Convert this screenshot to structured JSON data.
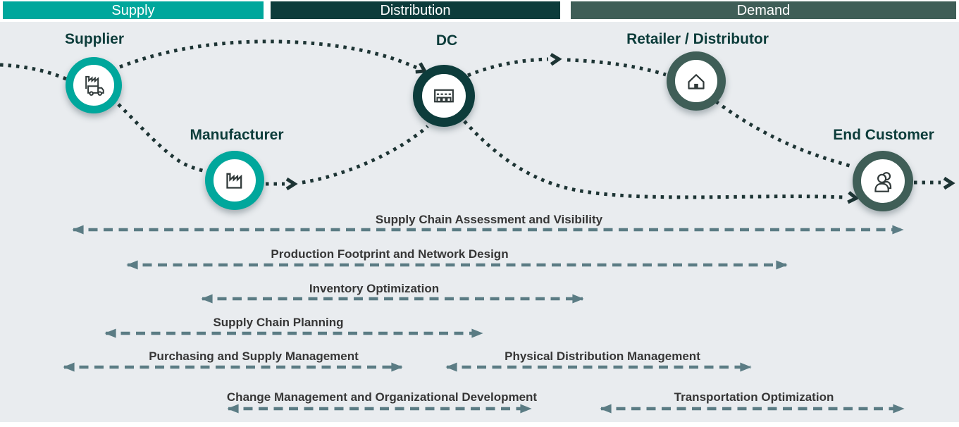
{
  "header": {
    "segments": [
      {
        "label": "Supply",
        "color": "#00a79c"
      },
      {
        "label": "Distribution",
        "color": "#0d3c3b"
      },
      {
        "label": "Demand",
        "color": "#3f5e57"
      }
    ]
  },
  "nodes": [
    {
      "label": "Supplier",
      "icon": "factory-truck-icon",
      "ring_color": "#00a79c"
    },
    {
      "label": "Manufacturer",
      "icon": "factory-icon",
      "ring_color": "#00a79c"
    },
    {
      "label": "DC",
      "icon": "warehouse-icon",
      "ring_color": "#0d3c3b"
    },
    {
      "label": "Retailer / Distributor",
      "icon": "house-icon",
      "ring_color": "#3f5e57"
    },
    {
      "label": "End Customer",
      "icon": "people-icon",
      "ring_color": "#3f5e57"
    }
  ],
  "services": [
    {
      "label": "Supply Chain Assessment and Visibility"
    },
    {
      "label": "Production Footprint and Network Design"
    },
    {
      "label": "Inventory Optimization"
    },
    {
      "label": "Supply Chain Planning"
    },
    {
      "label": "Purchasing and Supply Management"
    },
    {
      "label": "Physical Distribution Management"
    },
    {
      "label": "Change Management and Organizational Development"
    },
    {
      "label": "Transportation Optimization"
    }
  ],
  "colors": {
    "panel_background": "#e9ecef",
    "flow_dots": "#1d3434",
    "service_arrows": "#5b7c84",
    "service_label_text": "#363636",
    "node_label_text": "#0c3c3a"
  }
}
